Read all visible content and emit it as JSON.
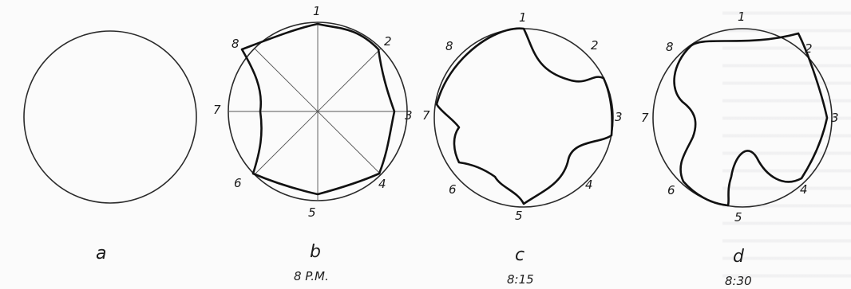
{
  "figures": {
    "a": {
      "letter": "a"
    },
    "b": {
      "letter": "b",
      "time": "8 P.M.",
      "labels": [
        "1",
        "2",
        "3",
        "4",
        "5",
        "6",
        "7",
        "8"
      ]
    },
    "c": {
      "letter": "c",
      "time": "8:15",
      "labels": [
        "1",
        "2",
        "3",
        "4",
        "5",
        "6",
        "7",
        "8"
      ]
    },
    "d": {
      "letter": "d",
      "time": "8:30",
      "labels": [
        "1",
        "2",
        "3",
        "4",
        "5",
        "6",
        "7",
        "8"
      ]
    }
  }
}
